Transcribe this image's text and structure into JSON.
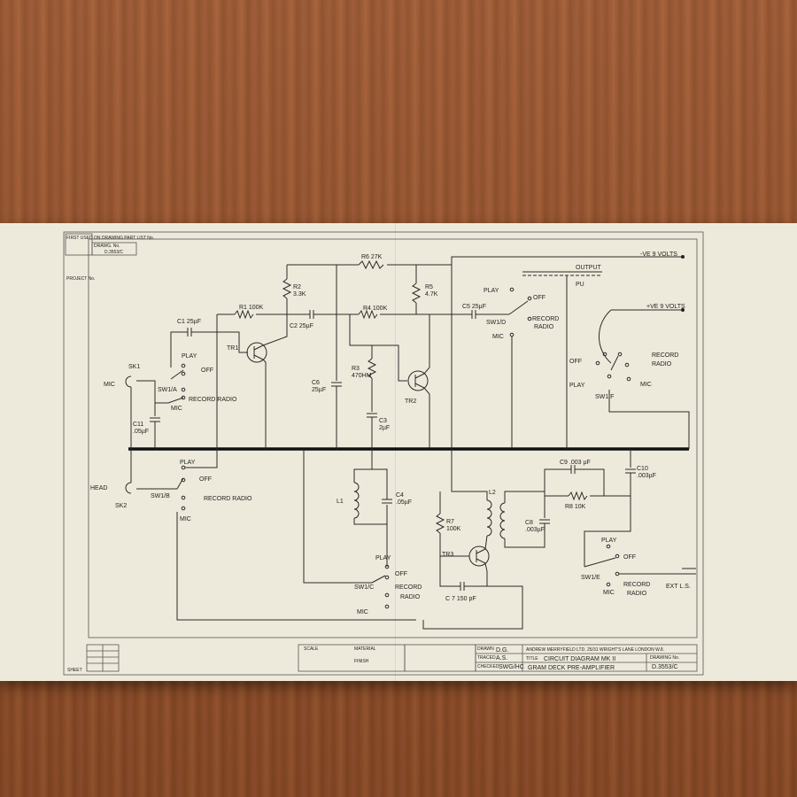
{
  "title_block": {
    "drawn": "D.G.",
    "traced": "A.S.",
    "checked": "SWG/HC",
    "company": "ANDREW MERRYFIELD LTD. 25/31 WRIGHT'S LANE LONDON W.8.",
    "title_line1": "CIRCUIT DIAGRAM MK II",
    "title_line2": "GRAM DECK PRE-AMPLIFIER",
    "drawing_no": "D.3553/C",
    "drawn_label": "DRAWN",
    "traced_label": "TRACED",
    "checked_label": "CHECKED",
    "title_label": "TITLE",
    "drawing_no_label": "DRAWING No.",
    "scale_label": "SCALE",
    "material_label": "MATERIAL",
    "finish_label": "FINISH",
    "sheet_label": "SHEET"
  },
  "corner_box": {
    "drawing_no": "D.3553/C",
    "drawing_no_label": "DRAWG. No.",
    "first_used_label": "FIRST USED ON DRAWING PART LIST No.",
    "project_label": "PROJECT No."
  },
  "labels": {
    "r6": "R6 27K",
    "r2": "R2\n3.3K",
    "r1": "R1 100K",
    "r4": "R4 100K",
    "r5": "R5\n4.7K",
    "c1": "C1 25µF",
    "c2": "C2 25µF",
    "c5": "C5 25µF",
    "c6": "C6\n25µF",
    "r3": "R3\n470HM",
    "c3": "C3\n2µF",
    "tr1": "TR1",
    "tr2": "TR2",
    "tr3": "TR3",
    "sk1": "SK1",
    "mic": "MIC",
    "c11": "C11\n.05µF",
    "head": "HEAD",
    "sk2": "SK2",
    "sw1a": "SW1/A",
    "sw1b": "SW1/B",
    "sw1c": "SW1/C",
    "sw1d": "SW1/D",
    "sw1e": "SW1/E",
    "sw1f": "SW1 F",
    "play": "PLAY",
    "off": "OFF",
    "record_radio": "RECORD RADIO",
    "record": "RECORD",
    "radio": "RADIO",
    "output": "OUTPUT",
    "pu": "PU",
    "neg_9v": "-VE 9 VOLTS",
    "pos_9v": "+VE 9 VOLTS",
    "l1": "L1",
    "c4": "C4\n.05µF",
    "l2": "L2",
    "r7": "R7\n100K",
    "c7": "C 7 150 pF",
    "c8": "C8\n.003µF",
    "c9": "C9 .003 µF",
    "r8": "R8 10K",
    "c10": "C10\n.003µF",
    "ext_ls": "EXT L.S."
  }
}
